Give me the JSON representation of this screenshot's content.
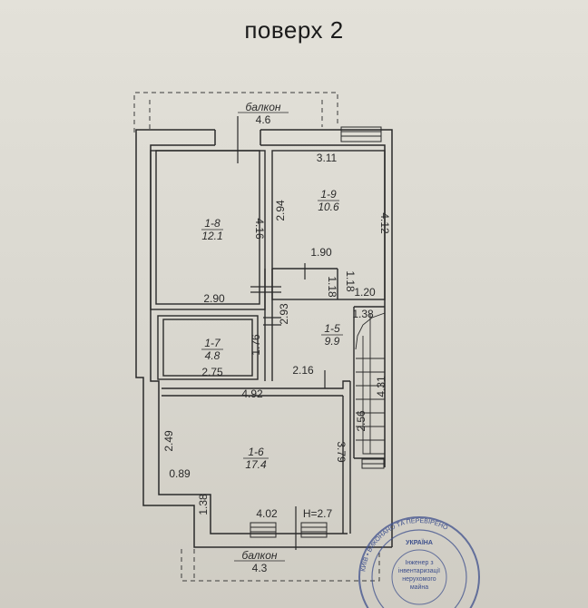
{
  "title": "поверх 2",
  "balcony_top": {
    "label": "балкон",
    "size": "4.6"
  },
  "balcony_bottom": {
    "label": "балкон",
    "size": "4.3"
  },
  "rooms": [
    {
      "id": "1-8",
      "area": "12.1"
    },
    {
      "id": "1-9",
      "area": "10.6"
    },
    {
      "id": "1-7",
      "area": "4.8"
    },
    {
      "id": "1-5",
      "area": "9.9"
    },
    {
      "id": "1-6",
      "area": "17.4"
    }
  ],
  "dimensions": {
    "d311": "3.11",
    "d294": "2.94",
    "d412": "4.12",
    "d416": "4.16",
    "d190": "1.90",
    "d118a": "1.18",
    "d118b": "1.18",
    "d120": "1.20",
    "d290": "2.90",
    "d293": "2.93",
    "d138a": "1.38",
    "d176": "1.76",
    "d275": "2.75",
    "d216": "2.16",
    "d431": "4.31",
    "d492": "4.92",
    "d249": "2.49",
    "d379": "3.79",
    "d256": "2.56",
    "d089": "0.89",
    "d138b": "1.38",
    "d402": "4.02",
    "height": "H=2.7"
  },
  "stamp": {
    "ring_text": "КИЇВ • ВИКОНАНО ТА ПЕРЕВІРЕНО",
    "center_word": "УКРАЇНА",
    "line1": "Інженер з",
    "line2": "інвентаризації",
    "line3": "нерухомого",
    "line4": "майна"
  },
  "colors": {
    "ink": "#2a2a2a",
    "paper": "#e0ded6",
    "stamp": "#3d4f8c"
  }
}
